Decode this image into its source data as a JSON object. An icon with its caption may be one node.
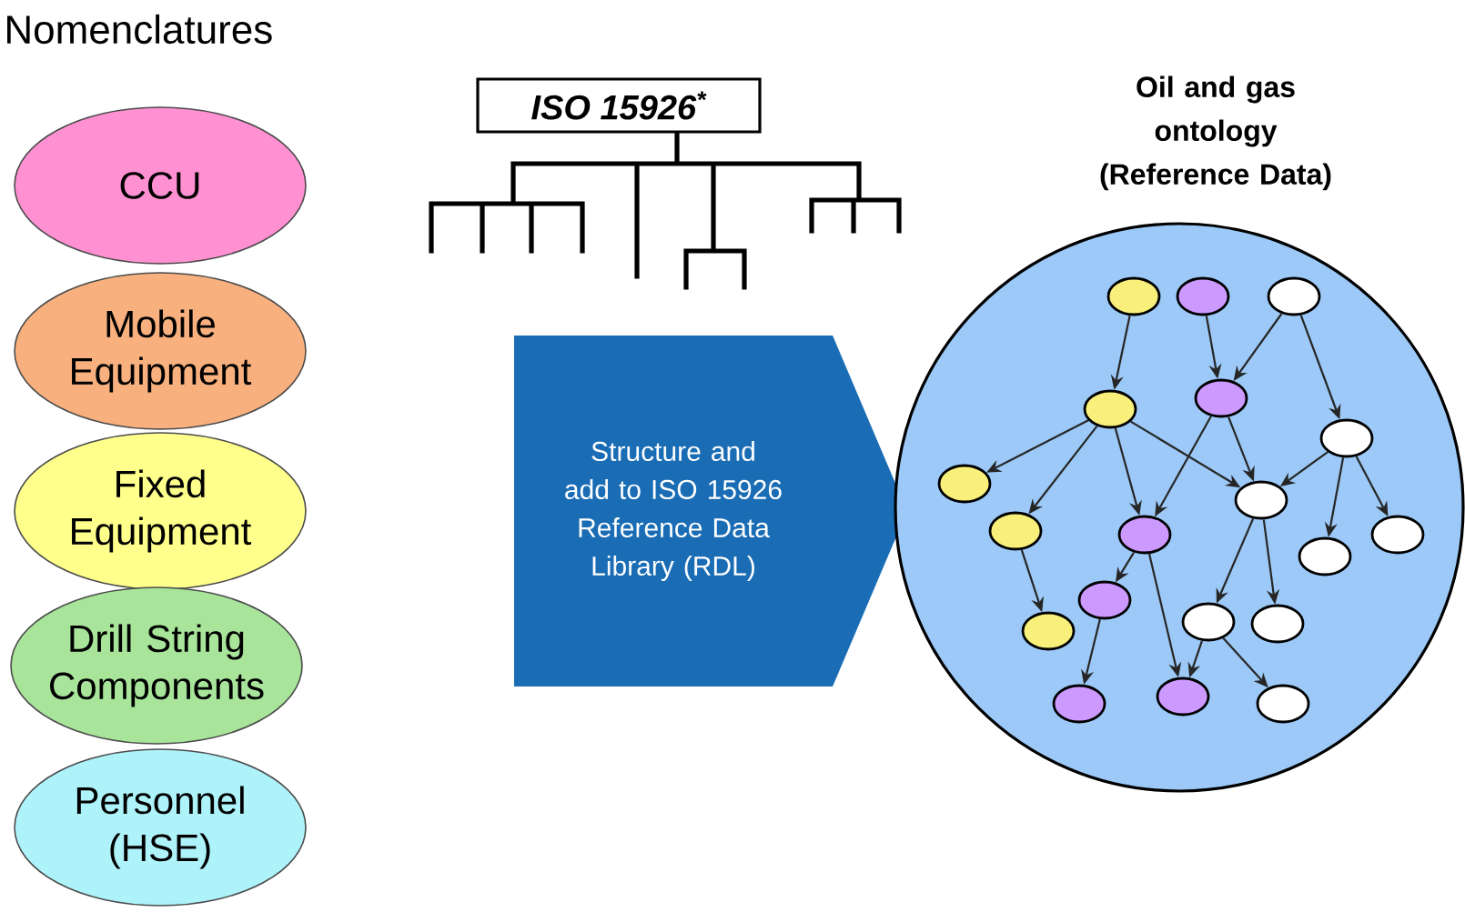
{
  "diagram": {
    "title": "Nomenclatures",
    "nodes": [
      {
        "text": [
          "CCU"
        ]
      },
      {
        "text": [
          "Mobile Equipment"
        ]
      },
      {
        "text": [
          "Fixed Equipment"
        ]
      },
      {
        "text": [
          "Drill String Components"
        ]
      },
      {
        "text": [
          "Personnel (HSE)"
        ]
      },
      {
        "text": [
          "ISO 15926$^{*}$"
        ]
      },
      {
        "text": [
          "Structure and add to ISO 15926 Reference Data Library (RDL)"
        ]
      },
      {
        "text": [
          "Oil and gas ontology (Reference Data)"
        ]
      },
      {
        "text": [],
        "shape": "ellipse",
        "in": 7
      },
      {
        "text": [],
        "shape": "ellipse",
        "in": 7
      },
      {
        "text": [],
        "shape": "ellipse",
        "in": 7
      },
      {
        "text": [],
        "shape": "ellipse",
        "in": 7
      },
      {
        "text": [],
        "shape": "ellipse",
        "in": 7
      },
      {
        "text": [],
        "shape": "ellipse",
        "in": 7
      },
      {
        "text": [],
        "shape": "ellipse",
        "in": 7
      },
      {
        "text": [],
        "shape": "ellipse",
        "in": 7
      },
      {
        "text": [],
        "shape": "ellipse",
        "in": 7
      },
      {
        "text": [],
        "shape": "ellipse",
        "in": 7
      },
      {
        "text": [],
        "shape": "ellipse",
        "in": 7
      },
      {
        "text": [],
        "shape": "ellipse",
        "in": 7
      },
      {
        "text": [],
        "shape": "ellipse",
        "in": 7
      },
      {
        "text": [],
        "shape": "ellipse",
        "in": 7
      },
      {
        "text": [],
        "shape": "ellipse",
        "in": 7
      },
      {
        "text": [],
        "shape": "ellipse",
        "in": 7
      },
      {
        "text": [],
        "shape": "ellipse",
        "in": 7
      },
      {
        "text": [],
        "shape": "ellipse",
        "in": 7
      },
      {
        "text": [],
        "shape": "ellipse",
        "in": 7
      }
    ],
    "edges": [
      {
        "from": 8,
        "to": 11,
        "arrow": "to"
      },
      {
        "from": 9,
        "to": 12,
        "arrow": "to"
      },
      {
        "from": 10,
        "to": 12,
        "arrow": "to"
      },
      {
        "from": 10,
        "to": 13,
        "arrow": "to"
      },
      {
        "from": 11,
        "to": 14,
        "arrow": "to"
      },
      {
        "from": 11,
        "to": 16,
        "arrow": "to"
      },
      {
        "from": 11,
        "to": 17,
        "arrow": "to"
      },
      {
        "from": 11,
        "to": 15,
        "arrow": "to"
      },
      {
        "from": 12,
        "to": 17,
        "arrow": "to"
      },
      {
        "from": 12,
        "to": 15,
        "arrow": "to"
      },
      {
        "from": 13,
        "to": 15,
        "arrow": "to"
      },
      {
        "from": 13,
        "to": 19,
        "arrow": "to"
      },
      {
        "from": 13,
        "to": 18,
        "arrow": "to"
      },
      {
        "from": 16,
        "to": 23,
        "arrow": "to"
      },
      {
        "from": 17,
        "to": 20,
        "arrow": "to"
      },
      {
        "from": 17,
        "to": 24,
        "arrow": "to"
      },
      {
        "from": 15,
        "to": 21,
        "arrow": "to"
      },
      {
        "from": 15,
        "to": 22,
        "arrow": "to"
      },
      {
        "from": 20,
        "to": 25,
        "arrow": "to"
      },
      {
        "from": 21,
        "to": 24,
        "arrow": "to"
      },
      {
        "from": 21,
        "to": 26,
        "arrow": "to"
      }
    ]
  }
}
